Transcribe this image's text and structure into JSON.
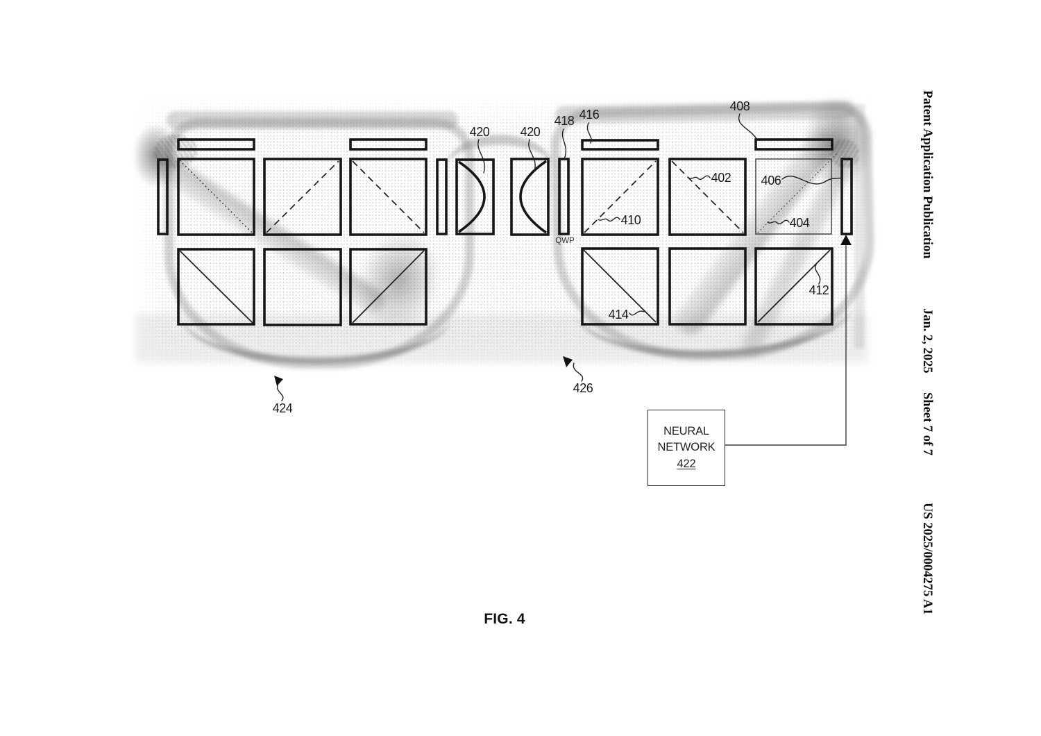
{
  "sidebar": {
    "publication": "Patent Application Publication",
    "date": "Jan. 2, 2025",
    "sheet": "Sheet 7 of 7",
    "doc_number": "US 2025/0004275 A1"
  },
  "figure": {
    "caption": "FIG. 4",
    "qwp_label": "QWP",
    "neural_network": {
      "line1": "NEURAL",
      "line2": "NETWORK",
      "ref": "422"
    },
    "refs": {
      "lens_left": "420",
      "lens_right": "420",
      "qwp_plate": "418",
      "left_top_bar": "416",
      "right_top_bar": "408",
      "dashed_square_right": "402",
      "dashed_square_left": "410",
      "detector_bar": "406",
      "dotted_square": "404",
      "solid_square_left": "414",
      "solid_square_right": "412",
      "left_lens_assembly": "424",
      "right_lens_assembly": "426"
    }
  }
}
